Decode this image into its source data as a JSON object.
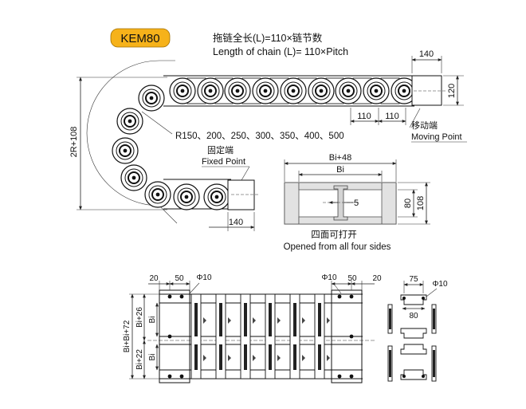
{
  "badge": {
    "label": "KEM80",
    "fill": "#f6b21a"
  },
  "title": {
    "cn": "拖链全长(L)=110×链节数",
    "en": "Length of chain (L)= 110×Pitch"
  },
  "side_view": {
    "dim_140_top": "140",
    "dim_120": "120",
    "pitch_1": "110",
    "pitch_2": "110",
    "height_label": "2R+108",
    "radius_list": "R150、200、250、300、350、400、500",
    "fixed_cn": "固定端",
    "fixed_en": "Fixed Point",
    "moving_cn": "移动端",
    "moving_en": "Moving Point",
    "dim_140_bottom": "140"
  },
  "cross_section": {
    "outer_width": "Bi+48",
    "inner_width": "Bi",
    "slot": "5",
    "height_inner": "80",
    "height_outer": "108",
    "caption_cn": "四面可打开",
    "caption_en": "Opened from all four sides"
  },
  "bracket_view": {
    "d20_left": "20",
    "d50_left": "50",
    "phi_left": "Φ10",
    "phi_right": "Φ10",
    "d50_right": "50",
    "d20_right": "20",
    "overall": "Bi+Bi+72",
    "upper": "Bi+26",
    "lower": "Bi+22",
    "bi_upper": "Bi",
    "bi_lower": "Bi"
  },
  "end_view": {
    "d75": "75",
    "phi": "Φ10",
    "d80": "80"
  }
}
